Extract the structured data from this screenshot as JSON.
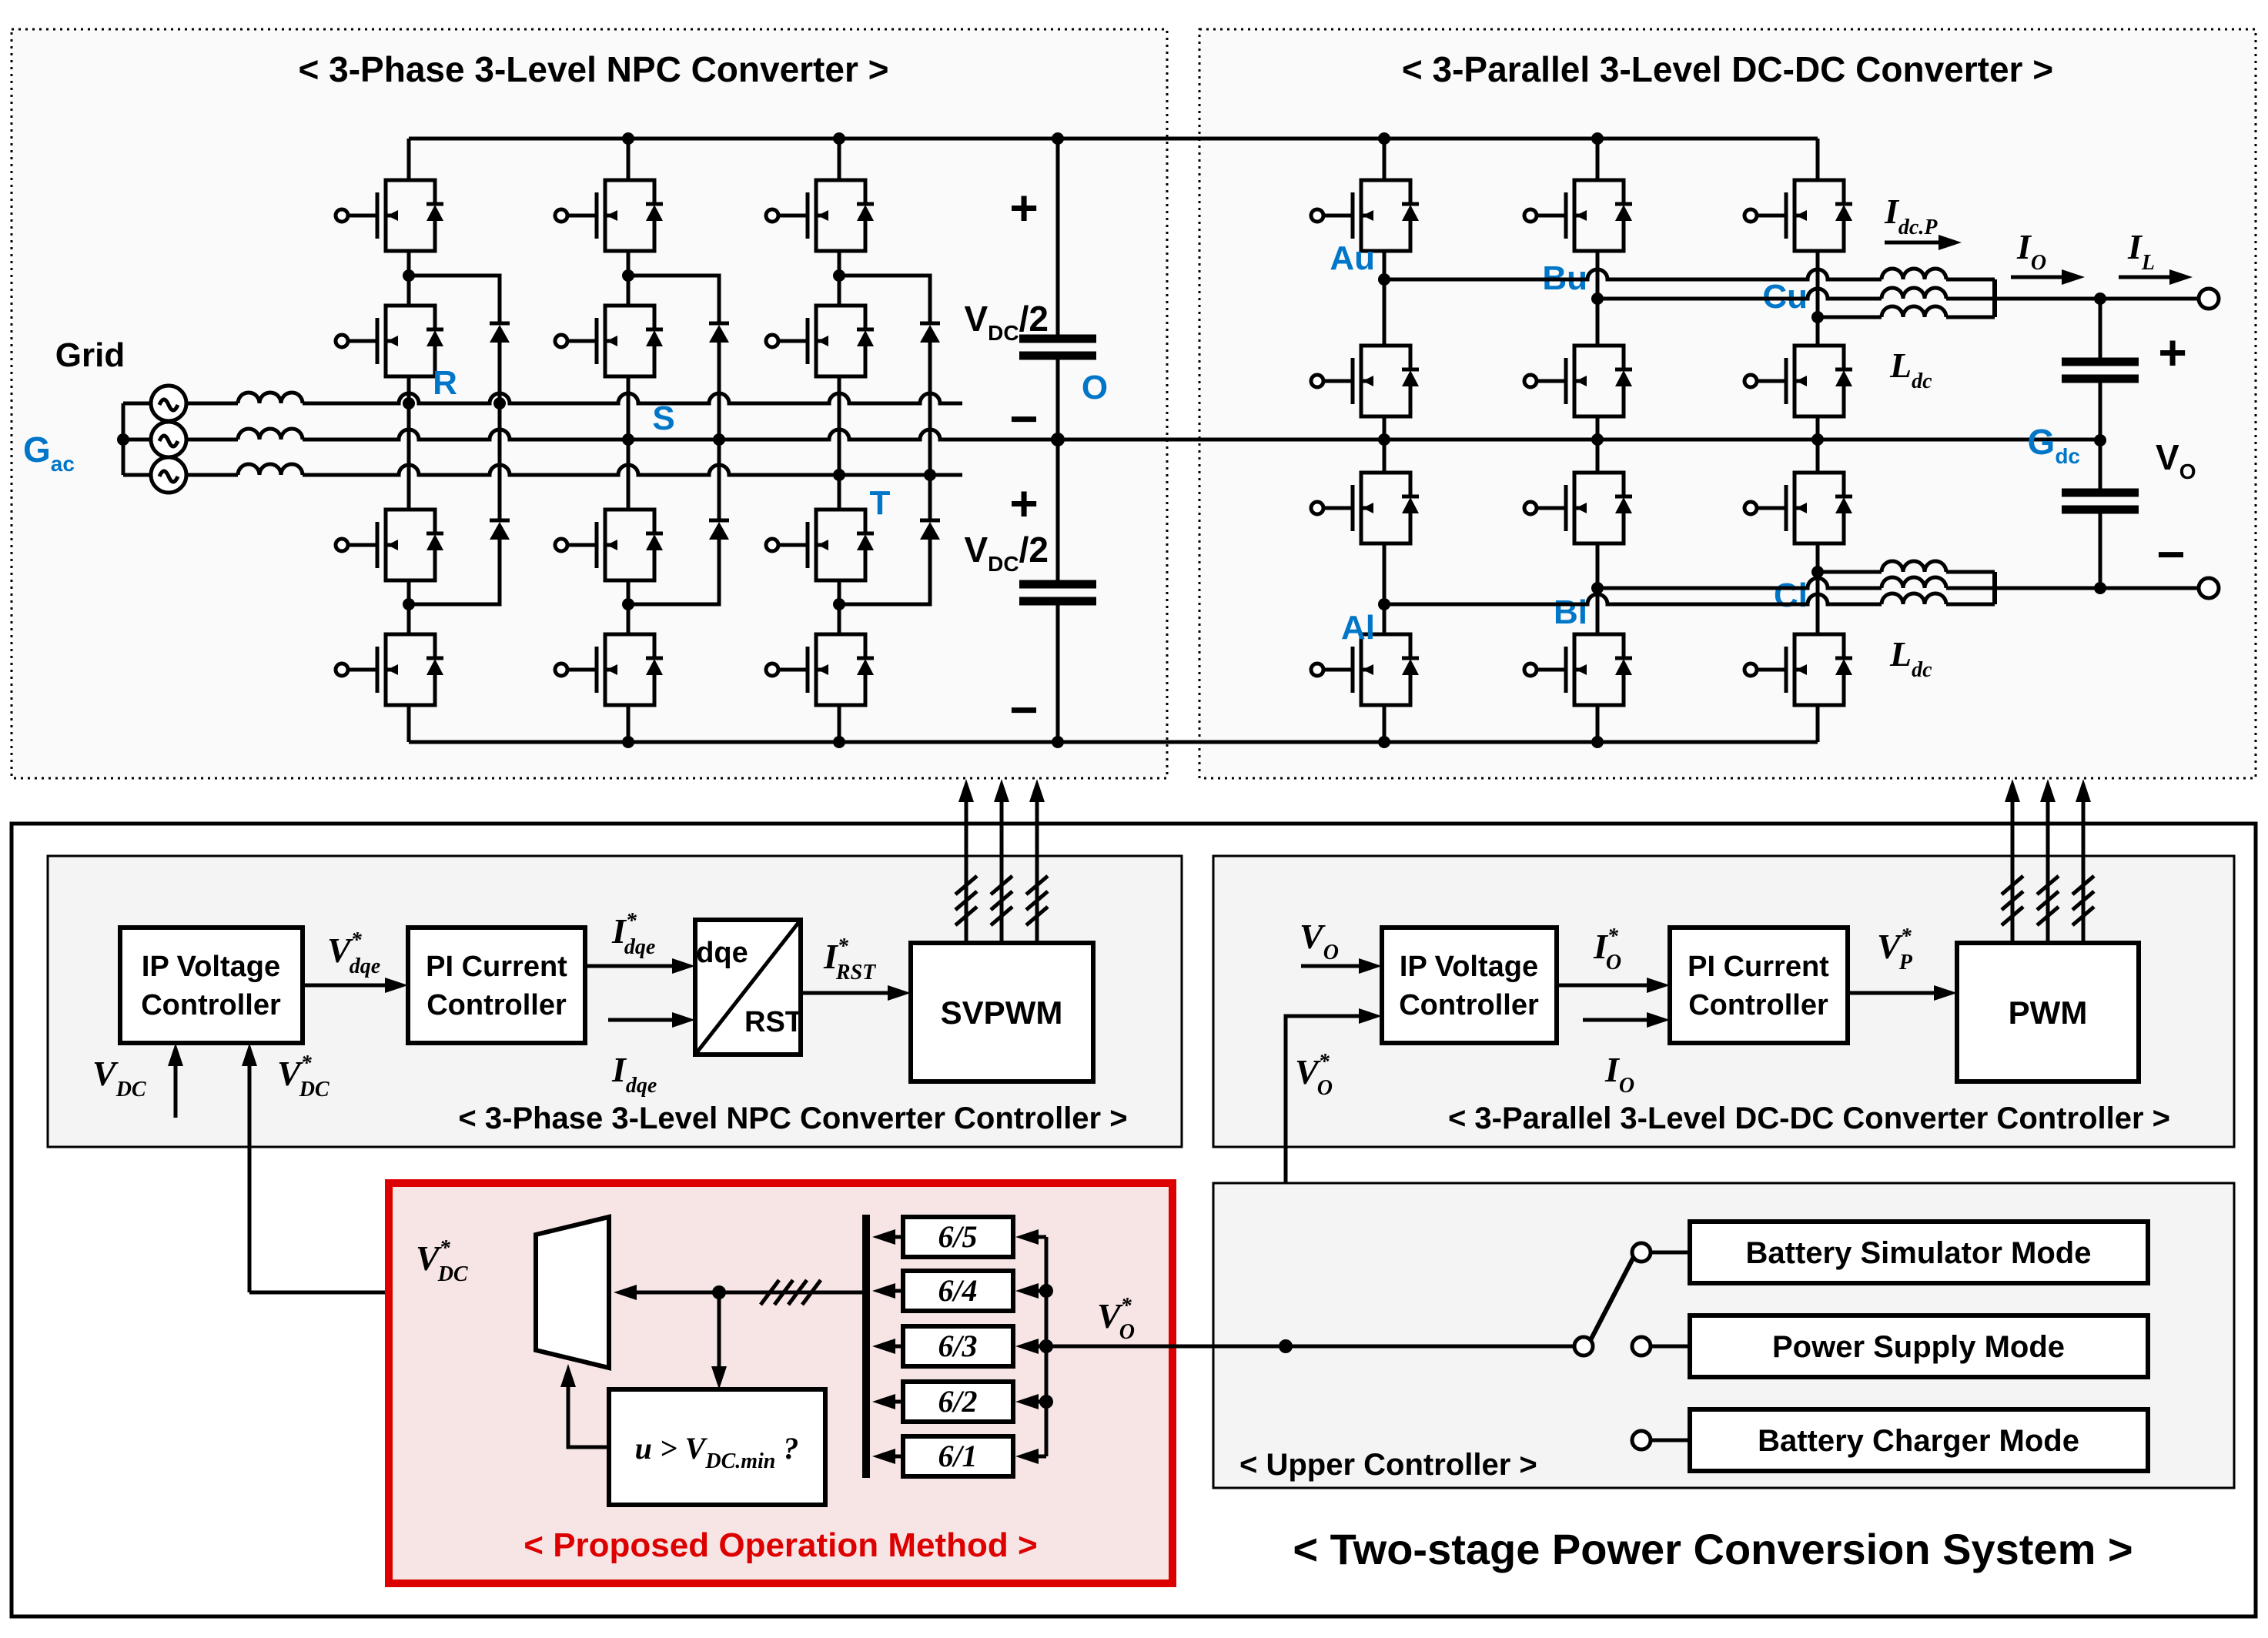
{
  "colors": {
    "accent_blue": "#0076C8",
    "accent_red": "#DD0000",
    "red_fill": "#F7E5E5",
    "panel_fill": "#F4F4F4",
    "circuit_fill": "#FAFAFA"
  },
  "titles": {
    "npc_converter": "< 3-Phase 3-Level NPC Converter >",
    "dcdc_converter": "< 3-Parallel 3-Level DC-DC Converter >",
    "npc_controller": "< 3-Phase 3-Level NPC Converter Controller >",
    "dcdc_controller": "< 3-Parallel 3-Level DC-DC Converter Controller >",
    "proposed_method": "< Proposed Operation Method >",
    "upper_controller": "< Upper Controller >",
    "system": "< Two-stage Power Conversion System >"
  },
  "grid": {
    "label": "Grid",
    "source": {
      "base": "G",
      "sub": "ac"
    }
  },
  "npc": {
    "phases": [
      "R",
      "S",
      "T"
    ],
    "node_o": "O",
    "cap_top": {
      "base": "V",
      "sub": "DC",
      "suffix": "/2"
    },
    "cap_bottom": {
      "base": "V",
      "sub": "DC",
      "suffix": "/2"
    },
    "plus": "+",
    "minus": "−"
  },
  "dcdc": {
    "taps_upper": [
      "Au",
      "Bu",
      "Cu"
    ],
    "taps_lower": [
      "Al",
      "Bl",
      "Cl"
    ],
    "i_dcp": {
      "base": "I",
      "sub": "dc.P"
    },
    "i_o": {
      "base": "I",
      "sub": "O"
    },
    "i_l": {
      "base": "I",
      "sub": "L"
    },
    "l_dc_upper": {
      "base": "L",
      "sub": "dc"
    },
    "l_dc_lower": {
      "base": "L",
      "sub": "dc"
    },
    "g_dc": {
      "base": "G",
      "sub": "dc"
    },
    "v_o": {
      "base": "V",
      "sub": "O"
    },
    "plus": "+",
    "minus": "−"
  },
  "npc_ctrl": {
    "ip_block": [
      "IP Voltage",
      "Controller"
    ],
    "pi_block": [
      "PI Current",
      "Controller"
    ],
    "dqe": "dqe",
    "rst": "RST",
    "svpwm": "SVPWM",
    "v_dc": {
      "base": "V",
      "sub": "DC"
    },
    "v_dc_ref": {
      "base": "V",
      "sub": "DC",
      "sup": "*"
    },
    "v_dqe_ref": {
      "base": "V",
      "sub": "dqe",
      "sup": "*"
    },
    "i_dqe_ref": {
      "base": "I",
      "sub": "dqe",
      "sup": "*"
    },
    "i_dqe": {
      "base": "I",
      "sub": "dqe"
    },
    "i_rst_ref": {
      "base": "I",
      "sub": "RST",
      "sup": "*"
    }
  },
  "dcdc_ctrl": {
    "ip_block": [
      "IP Voltage",
      "Controller"
    ],
    "pi_block": [
      "PI Current",
      "Controller"
    ],
    "pwm": "PWM",
    "v_o": {
      "base": "V",
      "sub": "O"
    },
    "v_o_ref": {
      "base": "V",
      "sub": "O",
      "sup": "*"
    },
    "i_o_ref": {
      "base": "I",
      "sub": "O",
      "sup": "*"
    },
    "i_o": {
      "base": "I",
      "sub": "O"
    },
    "v_p_ref": {
      "base": "V",
      "sub": "P",
      "sup": "*"
    }
  },
  "proposed": {
    "v_dc_ref": {
      "base": "V",
      "sub": "DC",
      "sup": "*"
    },
    "dividers": [
      "6/5",
      "6/4",
      "6/3",
      "6/2",
      "6/1"
    ],
    "comparator": {
      "prefix": "u >",
      "base": "V",
      "sub": "DC.min",
      "suffix": "?"
    },
    "v_o_ref": {
      "base": "V",
      "sub": "O",
      "sup": "*"
    }
  },
  "upper_ctrl": {
    "modes": [
      "Battery Simulator Mode",
      "Power Supply Mode",
      "Battery Charger Mode"
    ]
  }
}
